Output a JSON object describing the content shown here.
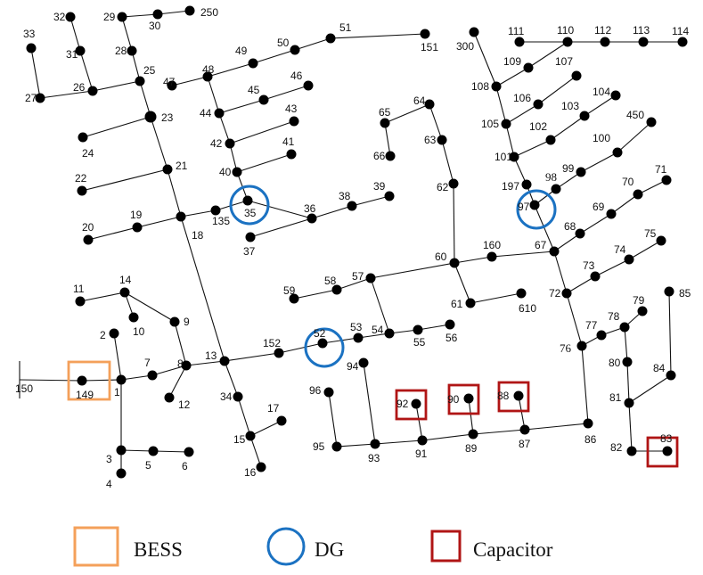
{
  "colors": {
    "bess": "#F4A05A",
    "dg": "#1B72C2",
    "capacitor": "#B01515",
    "line": "#111111",
    "node": "#000000"
  },
  "legend": [
    {
      "key": "bess",
      "label": "BESS",
      "shape": "square"
    },
    {
      "key": "dg",
      "label": "DG",
      "shape": "circle"
    },
    {
      "key": "capacitor",
      "label": "Capacitor",
      "shape": "square"
    }
  ],
  "bess_buses": [
    "149"
  ],
  "dg_buses": [
    "35",
    "52",
    "97"
  ],
  "capacitor_buses": [
    "92",
    "90",
    "88",
    "83"
  ],
  "buses": [
    "1",
    "2",
    "3",
    "4",
    "5",
    "6",
    "7",
    "8",
    "9",
    "10",
    "11",
    "12",
    "13",
    "14",
    "15",
    "16",
    "17",
    "18",
    "19",
    "20",
    "21",
    "22",
    "23",
    "24",
    "25",
    "26",
    "27",
    "28",
    "29",
    "30",
    "31",
    "32",
    "33",
    "34",
    "35",
    "36",
    "37",
    "38",
    "39",
    "40",
    "41",
    "42",
    "43",
    "44",
    "45",
    "46",
    "47",
    "48",
    "49",
    "50",
    "51",
    "52",
    "53",
    "54",
    "55",
    "56",
    "57",
    "58",
    "59",
    "60",
    "61",
    "62",
    "63",
    "64",
    "65",
    "66",
    "67",
    "68",
    "69",
    "70",
    "71",
    "72",
    "73",
    "74",
    "75",
    "76",
    "77",
    "78",
    "79",
    "80",
    "81",
    "82",
    "83",
    "84",
    "85",
    "86",
    "87",
    "88",
    "89",
    "90",
    "91",
    "92",
    "93",
    "94",
    "95",
    "96",
    "97",
    "98",
    "99",
    "100",
    "101",
    "102",
    "103",
    "104",
    "105",
    "106",
    "107",
    "108",
    "109",
    "110",
    "111",
    "112",
    "113",
    "114",
    "135",
    "149",
    "150",
    "151",
    "152",
    "160",
    "197",
    "250",
    "300",
    "450",
    "610"
  ]
}
